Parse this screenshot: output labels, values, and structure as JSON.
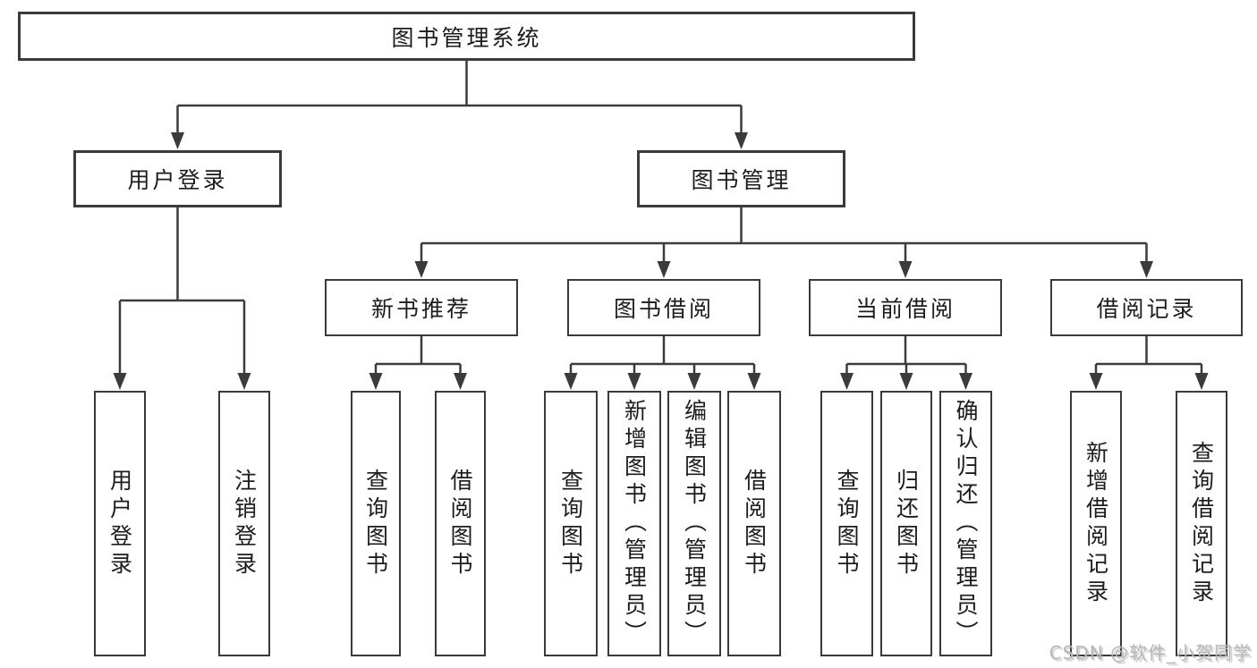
{
  "diagram_title": "图书管理系统",
  "hierarchy": {
    "label": "图书管理系统",
    "children": [
      {
        "label": "用户登录",
        "children": [
          {
            "label": "用户登录"
          },
          {
            "label": "注销登录"
          }
        ]
      },
      {
        "label": "图书管理",
        "children": [
          {
            "label": "新书推荐",
            "children": [
              {
                "label": "查询图书"
              },
              {
                "label": "借阅图书"
              }
            ]
          },
          {
            "label": "图书借阅",
            "children": [
              {
                "label": "查询图书"
              },
              {
                "label": "新增图书（管理员）"
              },
              {
                "label": "编辑图书（管理员）"
              },
              {
                "label": "借阅图书"
              }
            ]
          },
          {
            "label": "当前借阅",
            "children": [
              {
                "label": "查询图书"
              },
              {
                "label": "归还图书"
              },
              {
                "label": "确认归还（管理员）"
              }
            ]
          },
          {
            "label": "借阅记录",
            "children": [
              {
                "label": "新增借阅记录"
              },
              {
                "label": "查询借阅记录"
              }
            ]
          }
        ]
      }
    ]
  },
  "watermark": "CSDN @软件_小贺同学",
  "colors": {
    "line": "#3b3b3b",
    "box_border": "#3b3b3b",
    "text": "#1c1c1c",
    "background": "#ffffff",
    "watermark": "#b6b6b6"
  }
}
